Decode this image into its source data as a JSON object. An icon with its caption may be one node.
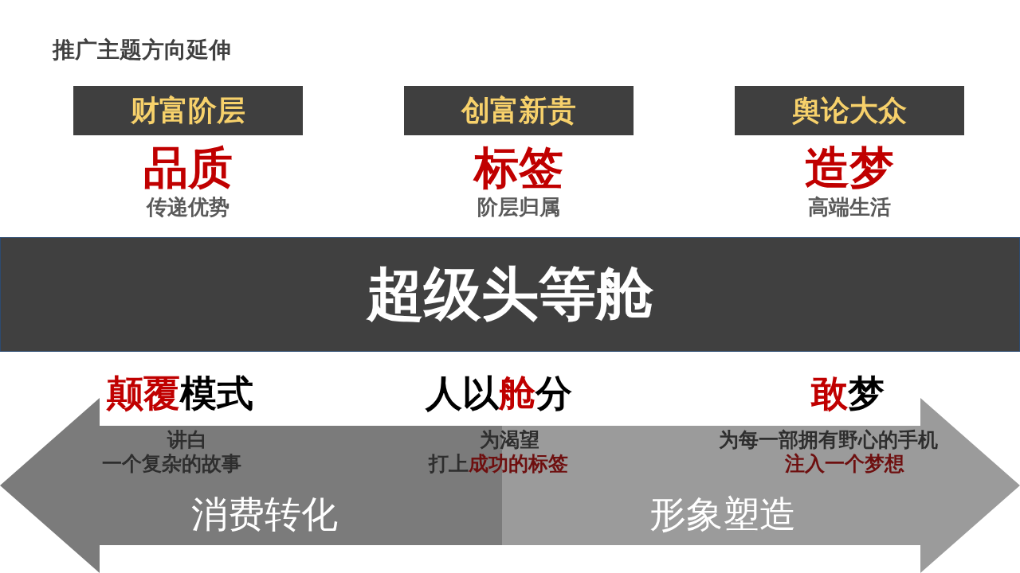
{
  "diagram": {
    "title": "推广主题方向延伸",
    "nodes": [
      {
        "text": [
          "财富阶层"
        ],
        "beside": [
          "品质",
          "传递优势"
        ]
      },
      {
        "text": [
          "创富新贵"
        ],
        "beside": [
          "标签",
          "阶层归属"
        ]
      },
      {
        "text": [
          "舆论大众"
        ],
        "beside": [
          "造梦",
          "高端生活"
        ]
      },
      {
        "text": [
          "超级头等舱"
        ]
      },
      {
        "text": [
          "消费转化"
        ]
      },
      {
        "text": [
          "形象塑造"
        ]
      }
    ],
    "labels": [
      "**颠覆**模式",
      "讲白",
      "一个复杂的故事",
      "人以**舱**分",
      "为渴望",
      "打上**成功的标签**",
      "**敢**梦",
      "为每一部拥有野心的手机",
      "注入一个梦想"
    ]
  }
}
